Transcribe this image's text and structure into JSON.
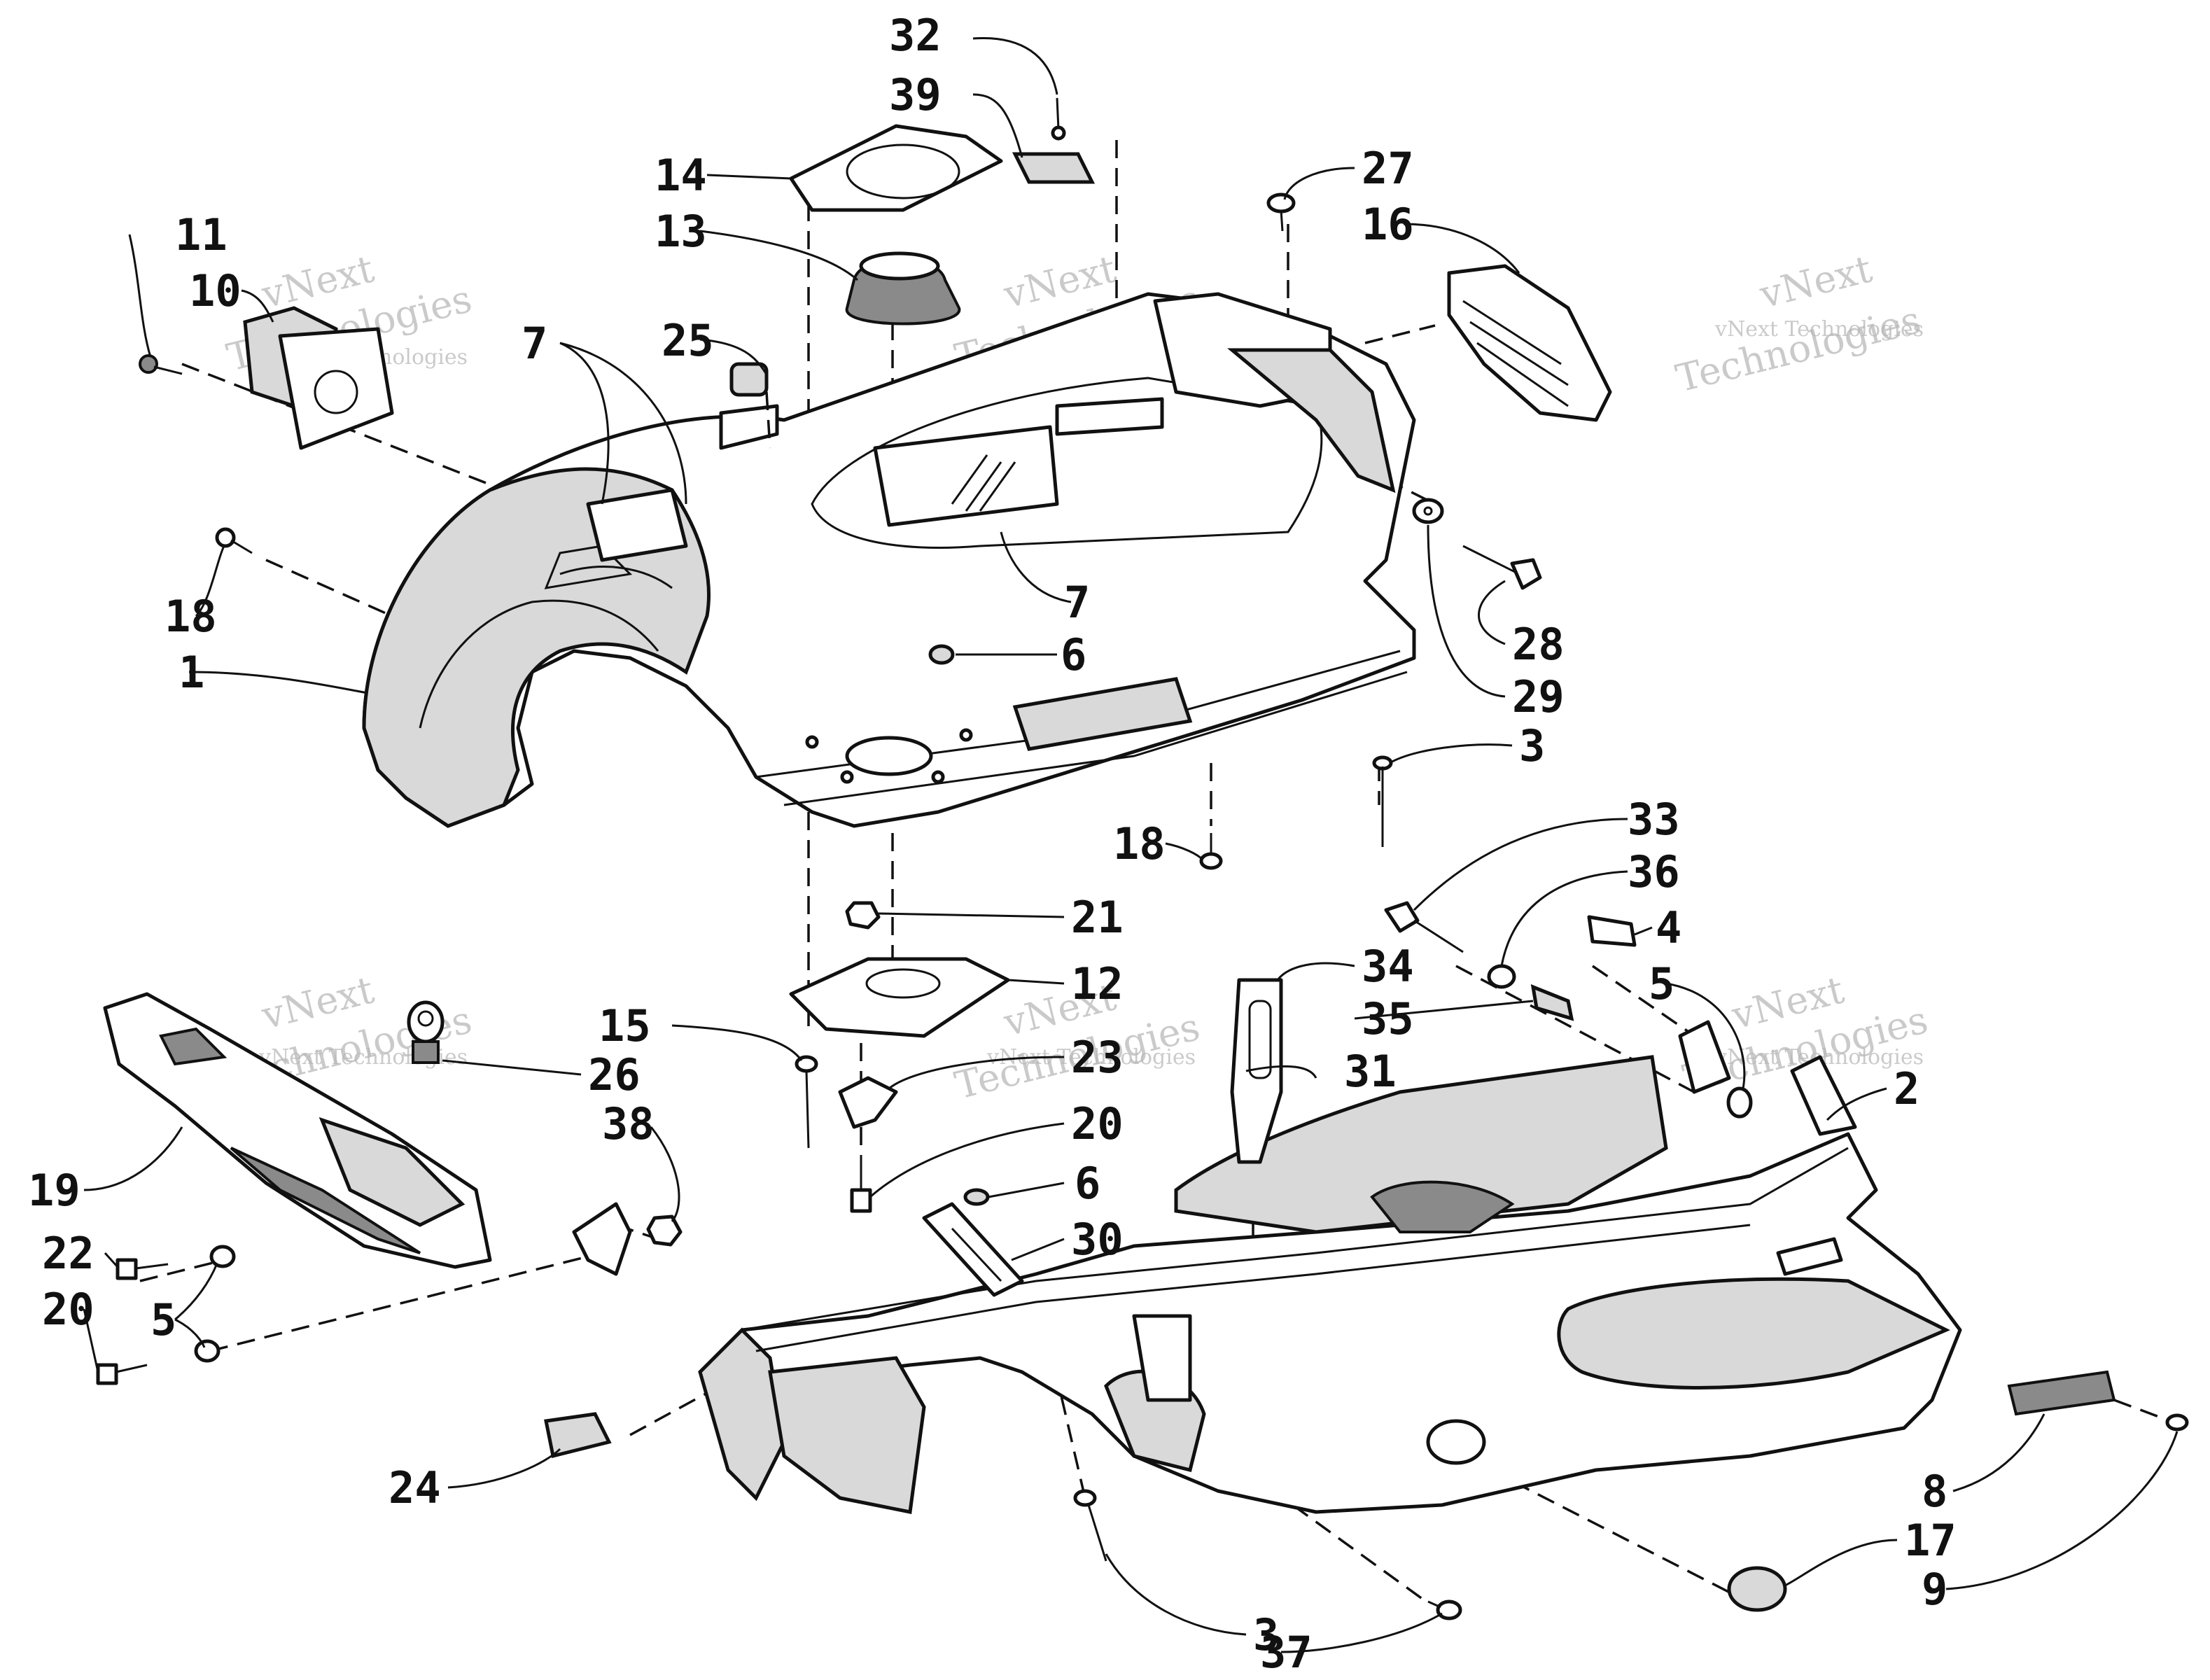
{
  "callouts": {
    "c1": "1",
    "c2": "2",
    "c3a": "3",
    "c3b": "3",
    "c4": "4",
    "c5a": "5",
    "c5b": "5",
    "c6a": "6",
    "c6b": "6",
    "c7a": "7",
    "c7b": "7",
    "c8": "8",
    "c9": "9",
    "c10": "10",
    "c11": "11",
    "c12": "12",
    "c13": "13",
    "c14": "14",
    "c15": "15",
    "c16": "16",
    "c17": "17",
    "c18a": "18",
    "c18b": "18",
    "c19": "19",
    "c20a": "20",
    "c20b": "20",
    "c21": "21",
    "c22": "22",
    "c23": "23",
    "c24": "24",
    "c25": "25",
    "c26": "26",
    "c27": "27",
    "c28": "28",
    "c29": "29",
    "c30": "30",
    "c31": "31",
    "c32": "32",
    "c33": "33",
    "c34": "34",
    "c35": "35",
    "c36": "36",
    "c37": "37",
    "c38": "38",
    "c39": "39"
  },
  "watermark": {
    "brand_small": "vNext Technologies",
    "brand_line1": "vNext",
    "brand_line2": "Technologies"
  }
}
